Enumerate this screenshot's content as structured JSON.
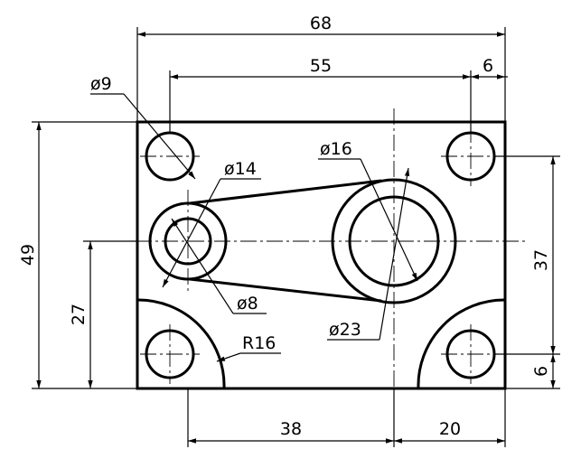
{
  "dimensions": {
    "overall_width": "68",
    "hole_span": "55",
    "edge_offset_top": "6",
    "overall_height": "49",
    "boss_height": "27",
    "right_span": "37",
    "edge_offset_right": "6",
    "bottom_left": "38",
    "bottom_right": "20",
    "hole_small": "ø9",
    "boss_outer": "ø14",
    "boss_inner": "ø8",
    "big_inner": "ø16",
    "big_outer": "ø23",
    "corner_radius": "R16"
  }
}
